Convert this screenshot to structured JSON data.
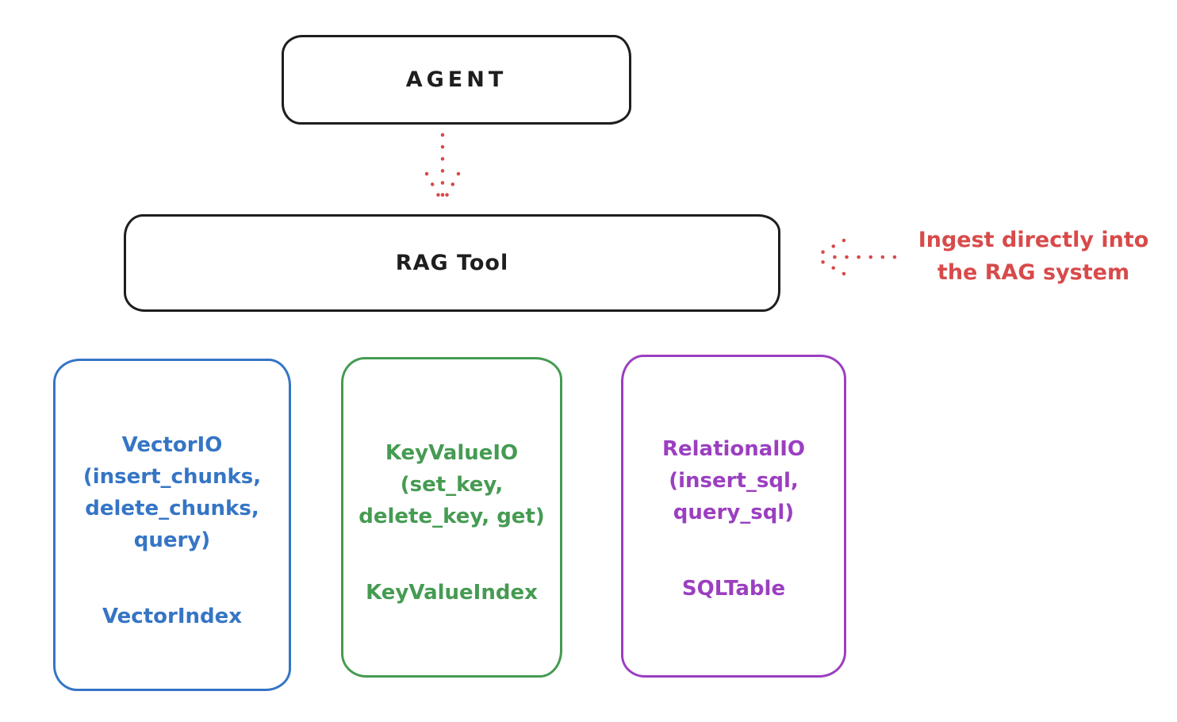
{
  "diagram": {
    "agent": {
      "label": "AGENT"
    },
    "rag_tool": {
      "label": "RAG Tool"
    },
    "annotation": {
      "label": "Ingest directly into\nthe RAG system",
      "color": "#d84a4a"
    },
    "arrows": [
      {
        "name": "agent-to-rag-tool",
        "style": "dotted",
        "direction": "down",
        "color": "#d84a4a"
      },
      {
        "name": "annotation-to-rag-tool",
        "style": "dotted",
        "direction": "left",
        "color": "#d84a4a"
      }
    ],
    "cards": [
      {
        "name": "vector-io",
        "io_label": "VectorIO\n(insert_chunks,\ndelete_chunks,\nquery)",
        "index_label": "VectorIndex",
        "accent_color": "#3575c5"
      },
      {
        "name": "keyvalue-io",
        "io_label": "KeyValueIO\n(set_key,\ndelete_key, get)",
        "index_label": "KeyValueIndex",
        "accent_color": "#459b52"
      },
      {
        "name": "relational-io",
        "io_label": "RelationalIO\n(insert_sql,\nquery_sql)",
        "index_label": "SQLTable",
        "accent_color": "#9b3fc0"
      }
    ],
    "colors": {
      "stroke_black": "#1e1e1e",
      "annotation_red": "#d84a4a",
      "background": "#ffffff"
    }
  }
}
